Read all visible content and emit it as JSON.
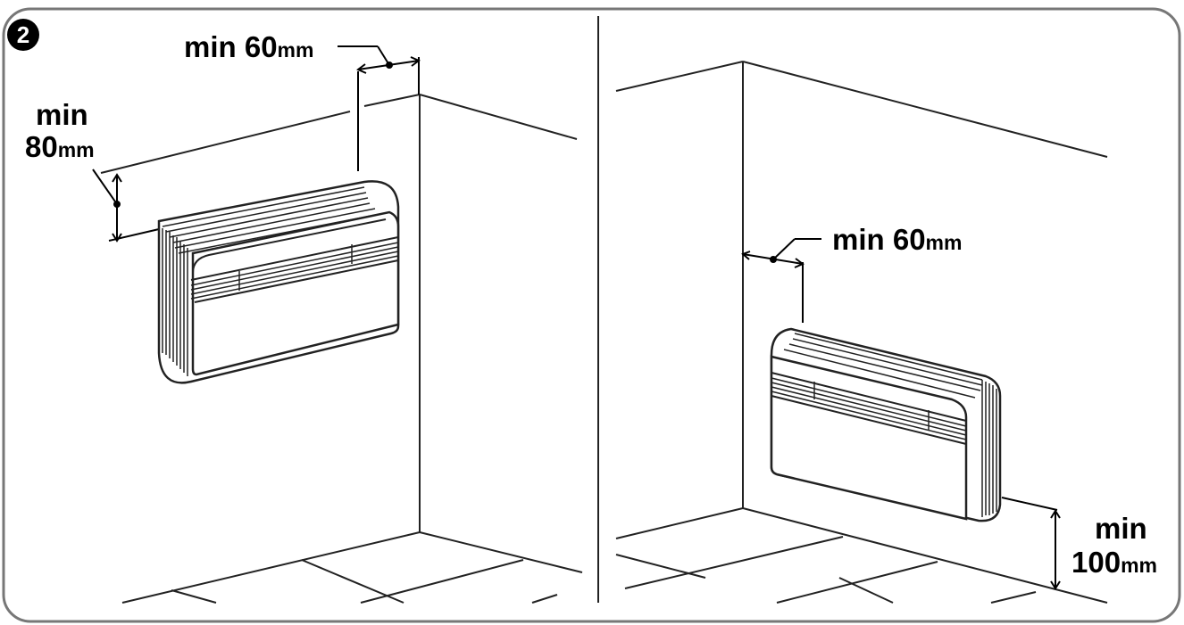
{
  "step_number": "2",
  "left_panel": {
    "top_gap": {
      "value": "min 60",
      "unit": "mm"
    },
    "side_gap": {
      "line1": "min",
      "value": "80",
      "unit": "mm"
    }
  },
  "right_panel": {
    "side_gap": {
      "value": "min 60",
      "unit": "mm"
    },
    "floor_gap": {
      "line1": "min",
      "value": "100",
      "unit": "mm"
    }
  }
}
